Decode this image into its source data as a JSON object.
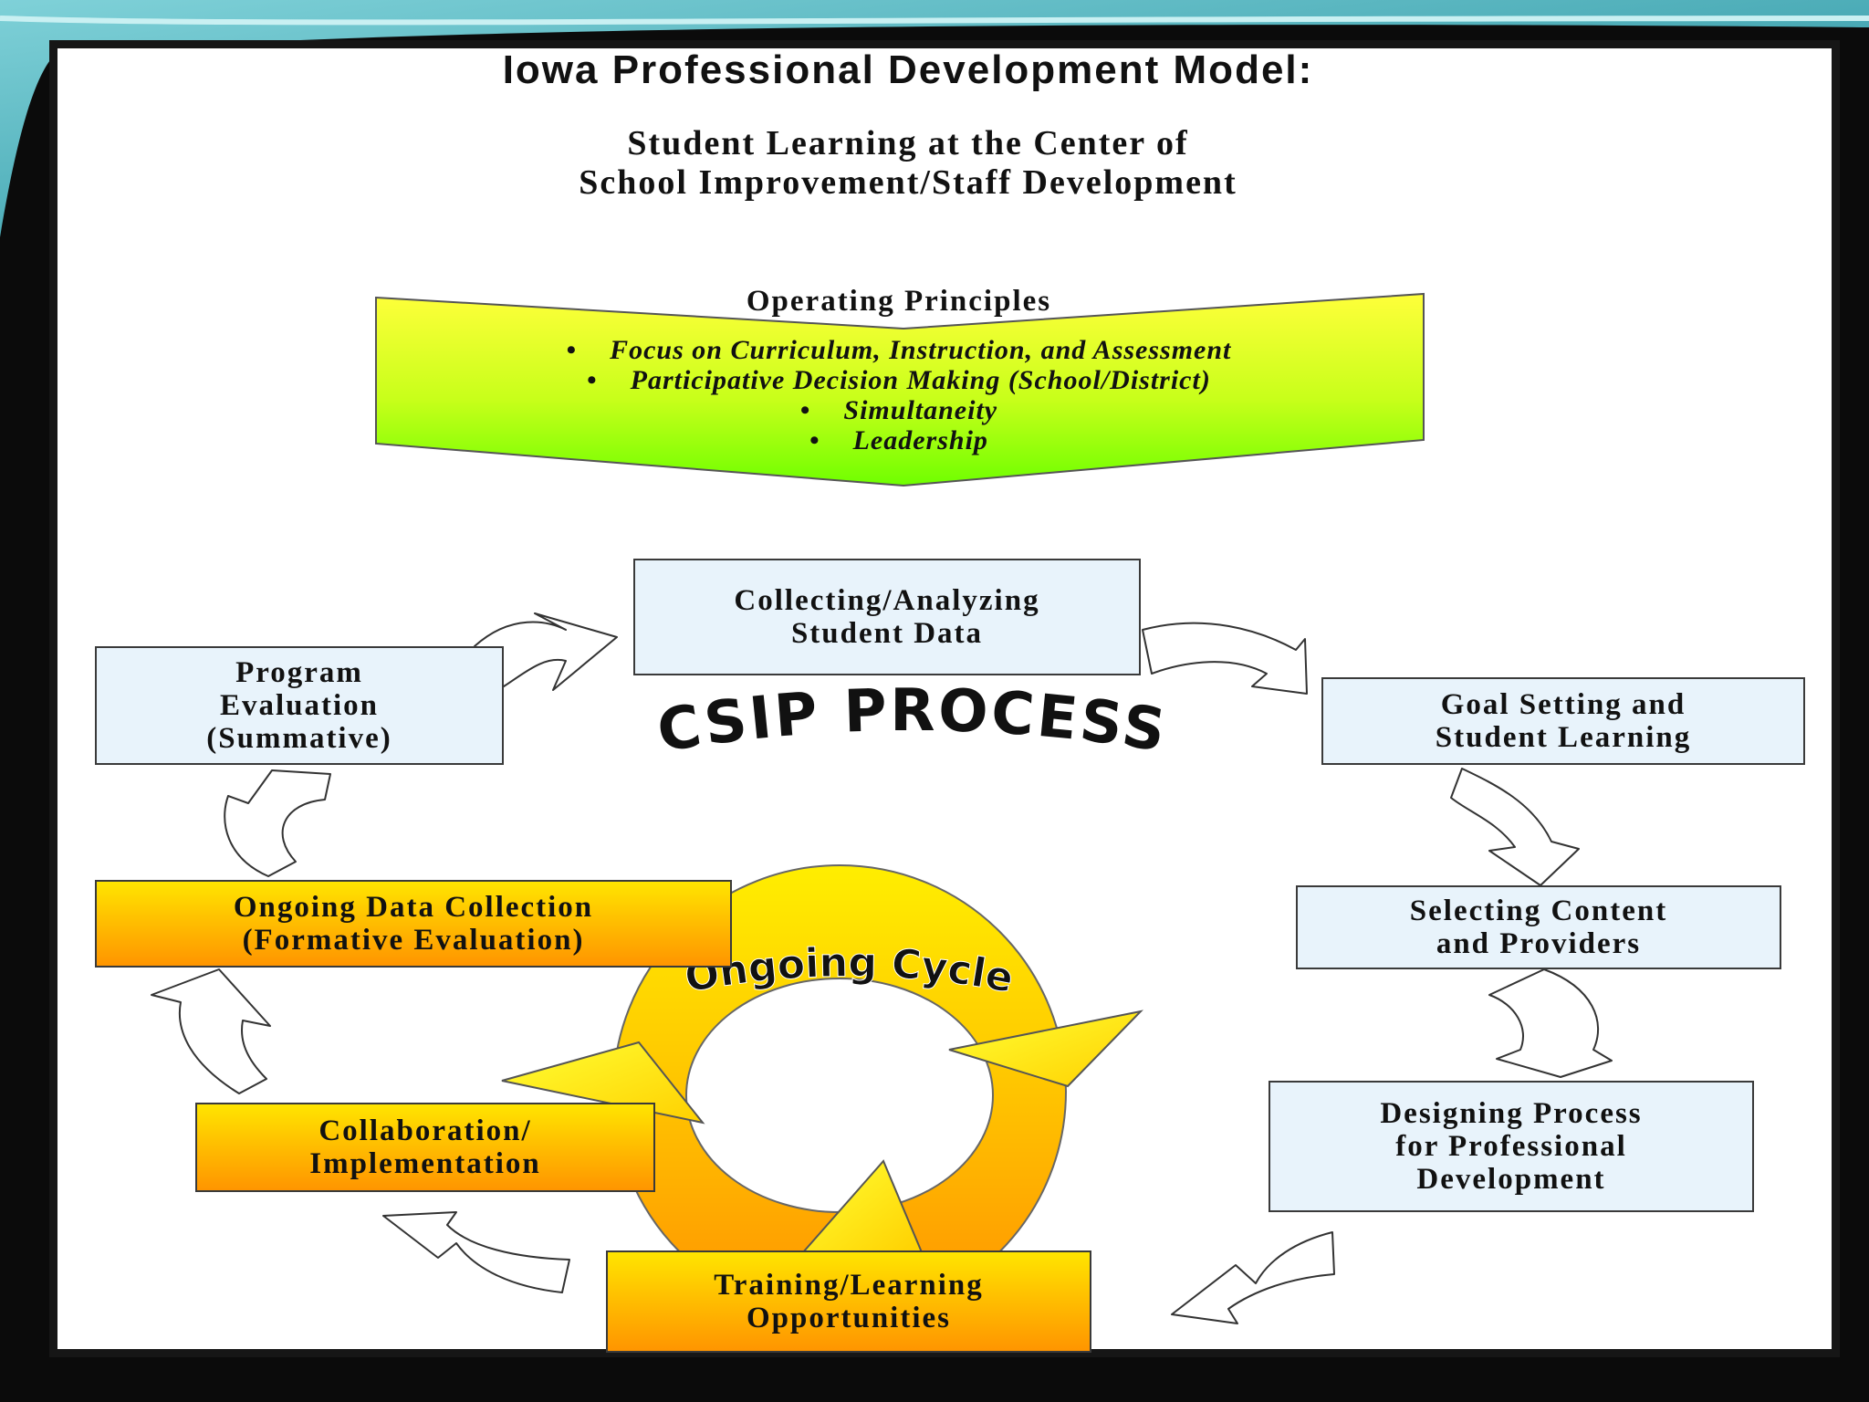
{
  "title": "Iowa Professional Development Model:",
  "subtitle": {
    "line1": "Student Learning at the Center of",
    "line2": "School Improvement/Staff Development"
  },
  "operating_principles": {
    "title": "Operating Principles",
    "items": [
      "Focus on Curriculum, Instruction, and Assessment",
      "Participative Decision Making (School/District)",
      "Simultaneity",
      "Leadership"
    ],
    "bullet": "•"
  },
  "process_label": "CSIP PROCESS",
  "cycle_label": "Ongoing Cycle",
  "steps": {
    "collecting": {
      "line1": "Collecting/Analyzing",
      "line2": "Student Data"
    },
    "goal_setting": {
      "line1": "Goal Setting and",
      "line2": "Student Learning"
    },
    "selecting": {
      "line1": "Selecting Content",
      "line2": "and Providers"
    },
    "designing": {
      "line1": "Designing Process",
      "line2": "for Professional",
      "line3": "Development"
    },
    "training": {
      "line1": "Training/Learning",
      "line2": "Opportunities"
    },
    "collaboration": {
      "line1": "Collaboration/",
      "line2": "Implementation"
    },
    "ongoing_data": {
      "line1": "Ongoing Data Collection",
      "line2": "(Formative Evaluation)"
    },
    "program_eval": {
      "line1": "Program",
      "line2": "Evaluation",
      "line3": "(Summative)"
    }
  },
  "colors": {
    "blue_box": "#e8f3fb",
    "orange_box_top": "#ffe500",
    "orange_box_bottom": "#ff9500",
    "principles_top": "#ffff33",
    "principles_bottom": "#7fff00",
    "frame": "#161616"
  }
}
